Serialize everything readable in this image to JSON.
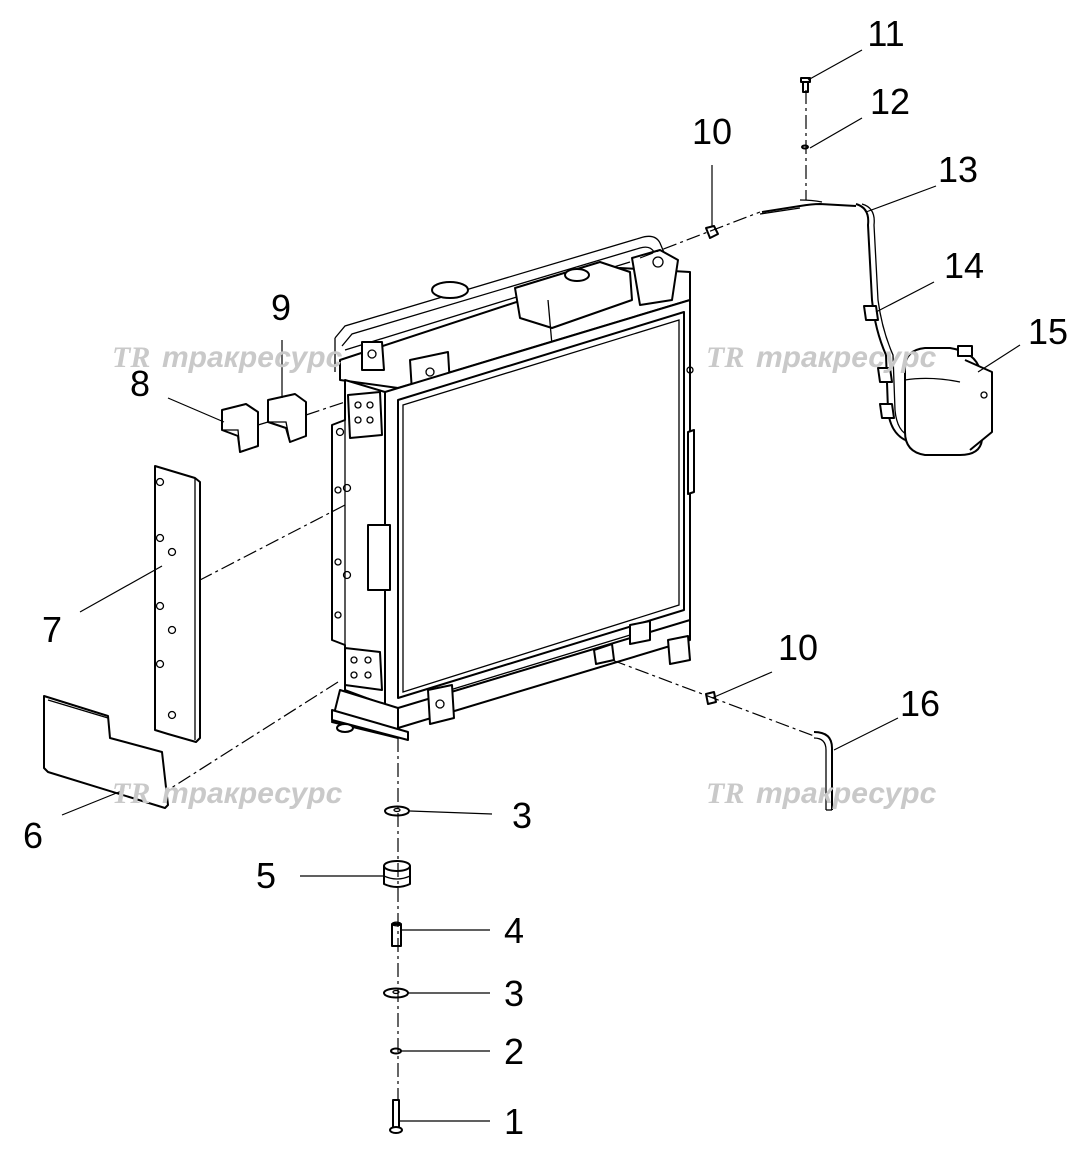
{
  "watermark": {
    "logo": "TR",
    "text": "тракресурс"
  },
  "callouts": [
    "1",
    "2",
    "3",
    "3",
    "4",
    "5",
    "6",
    "7",
    "8",
    "9",
    "10",
    "10",
    "11",
    "12",
    "13",
    "14",
    "15",
    "16"
  ]
}
